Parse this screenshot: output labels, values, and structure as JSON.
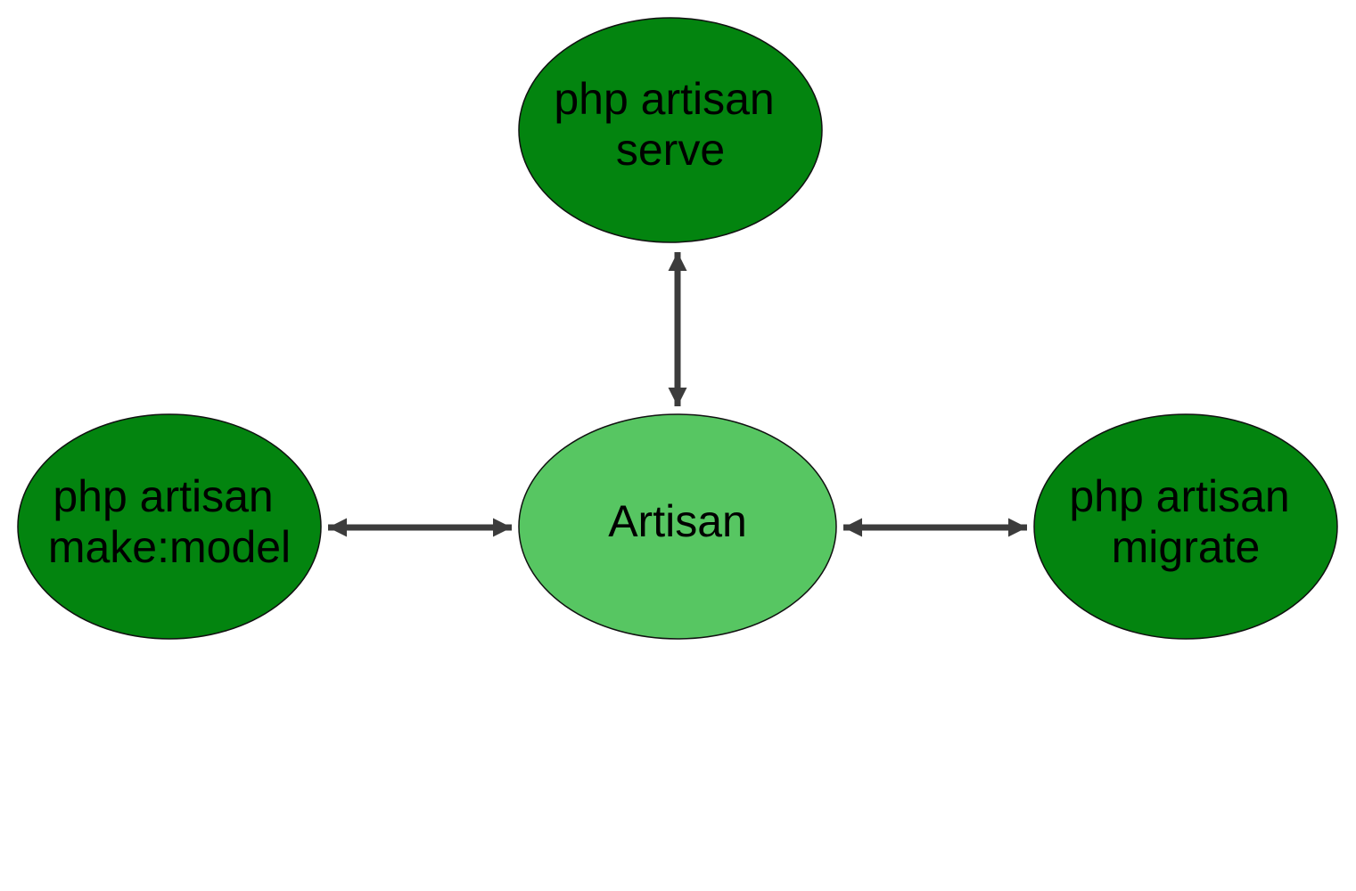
{
  "diagram": {
    "colors": {
      "primary_node": "#03840f",
      "center_node": "#57c662",
      "node_stroke": "#111111",
      "connector": "#3c3c3c",
      "background": "#ffffff"
    },
    "nodes": {
      "center": {
        "line1": "Artisan"
      },
      "top": {
        "line1": "php artisan",
        "line2": "serve"
      },
      "left": {
        "line1": "php artisan",
        "line2": "make:model"
      },
      "right": {
        "line1": "php artisan",
        "line2": "migrate"
      }
    },
    "edges": [
      {
        "from": "center",
        "to": "top",
        "direction": "bidirectional"
      },
      {
        "from": "center",
        "to": "left",
        "direction": "bidirectional"
      },
      {
        "from": "center",
        "to": "right",
        "direction": "bidirectional"
      }
    ]
  }
}
